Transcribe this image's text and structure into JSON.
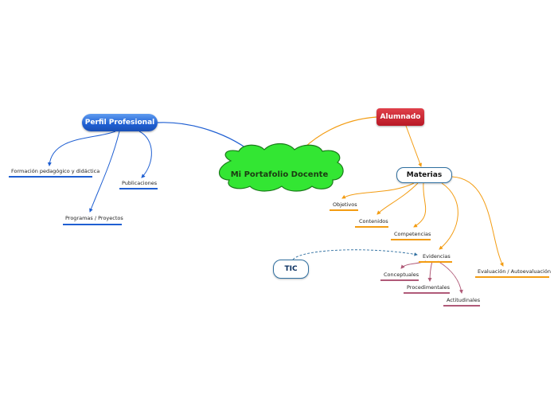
{
  "central": {
    "label": "Mi Portafolio Docente",
    "fill": "#33e633",
    "stroke": "#1a7a1a"
  },
  "perfil": {
    "label": "Perfil Profesional",
    "color": "#1f5fd2",
    "children": [
      "Formación pedagógico y didáctica",
      "Publicaciones",
      "Programas / Proyectos"
    ]
  },
  "alumnado": {
    "label": "Alumnado",
    "color": "#c41e2a"
  },
  "materias": {
    "label": "Materias",
    "color": "#f39c12",
    "children": [
      "Objetivos",
      "Contenidos",
      "Competencias",
      "Evidencias",
      "Evaluación / Autoevaluación"
    ]
  },
  "evidencias": {
    "color": "#b05a78",
    "children": [
      "Conceptuales",
      "Procedimentales",
      "Actitudinales"
    ]
  },
  "tic": {
    "label": "TIC"
  }
}
